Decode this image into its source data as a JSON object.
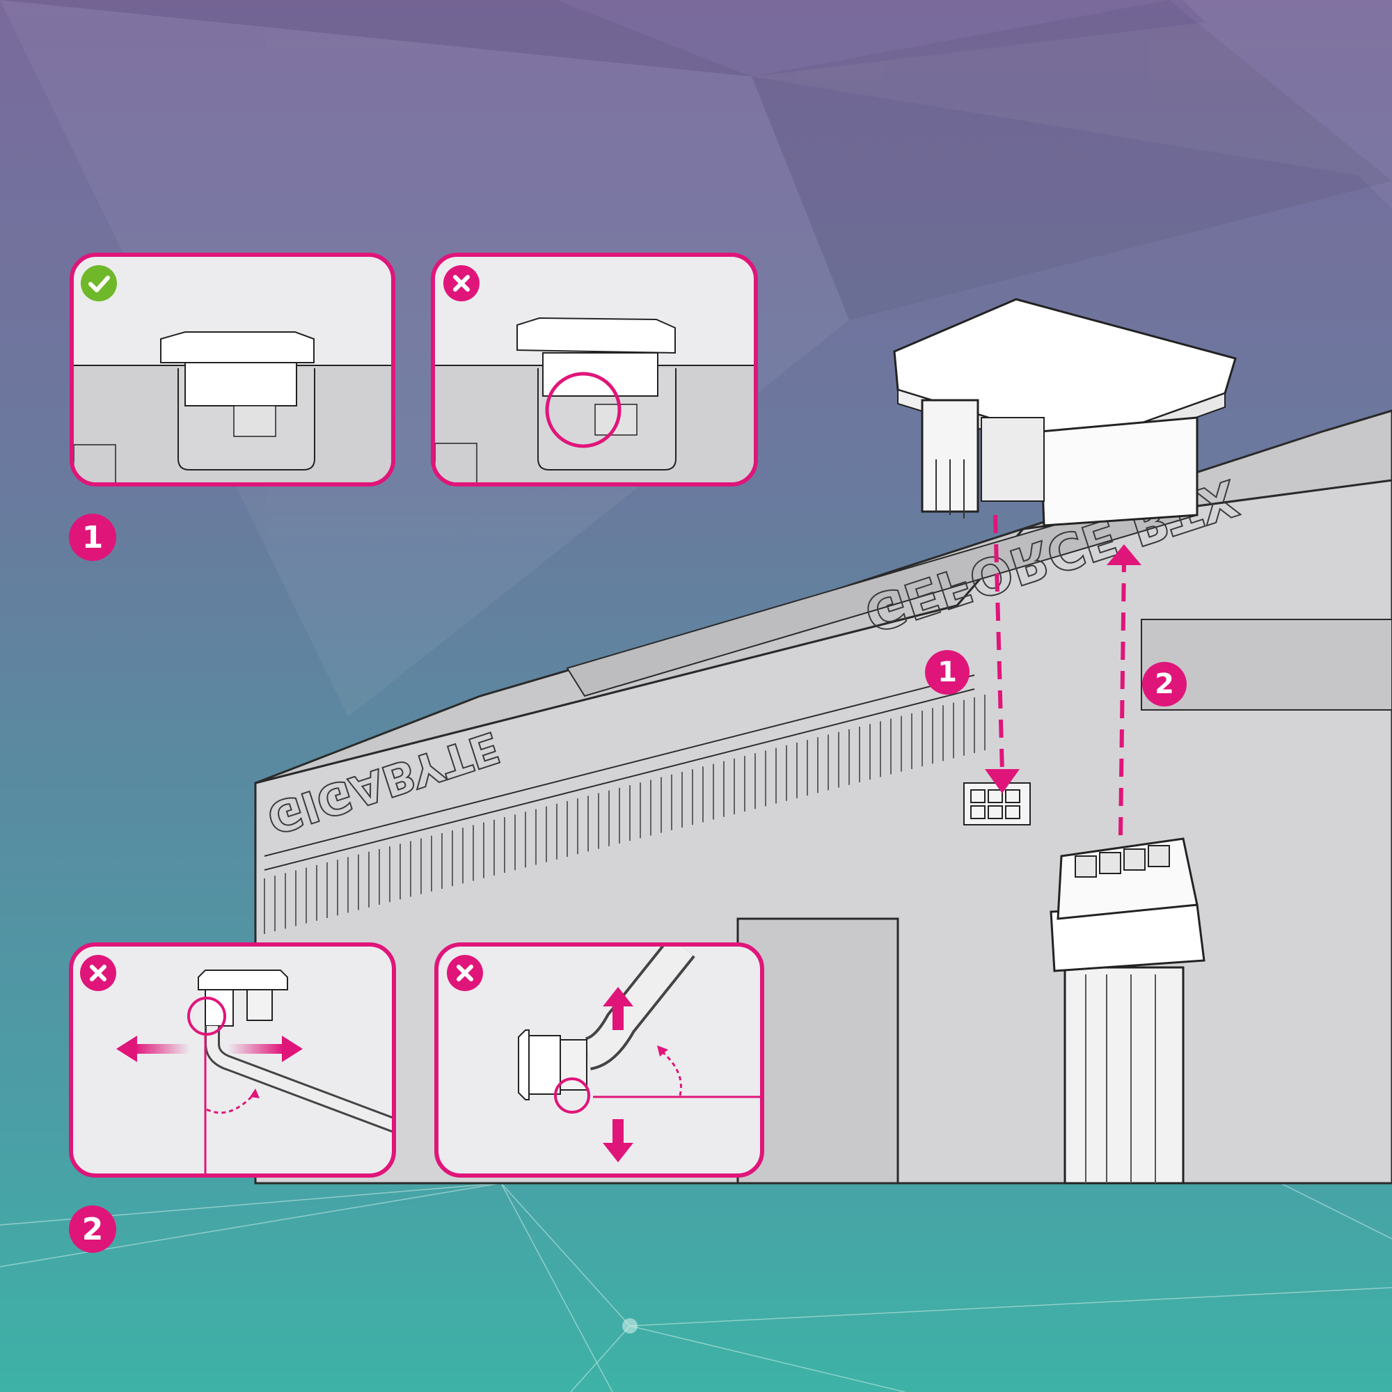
{
  "colors": {
    "accent": "#e0157a",
    "ok": "#6fb82a",
    "panel_bg": "#ececee",
    "bg_top": "#7b6a9a",
    "bg_bottom": "#3fb0a6"
  },
  "step_badges": {
    "step1": "1",
    "step2": "2"
  },
  "callouts": {
    "insert": "1",
    "remove": "2"
  },
  "panels": {
    "correct_seating": {
      "status_icon": "check-icon"
    },
    "incorrect_seating": {
      "status_icon": "close-icon"
    },
    "bend_side": {
      "status_icon": "close-icon"
    },
    "bend_vertical": {
      "status_icon": "close-icon"
    }
  },
  "graphics_card": {
    "engraving": "GEFORCE RTX",
    "brand_engraving": "GIGABYTE"
  }
}
